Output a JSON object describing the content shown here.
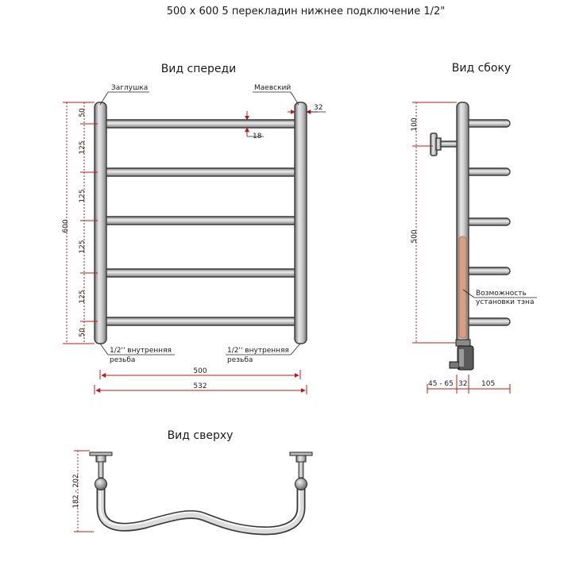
{
  "title": "500 x 600 5 перекладин нижнее подключение 1/2\"",
  "views": {
    "front": "Вид спереди",
    "side": "Вид сбоку",
    "top": "Вид сверху"
  },
  "labels": {
    "plug": "Заглушка",
    "mayevsky": "Маевский",
    "thread_left_1": "1/2'' внутренняя",
    "thread_left_2": "резьба",
    "thread_right_1": "1/2'' внутренняя",
    "thread_right_2": "резьба",
    "heater_1": "Возможность",
    "heater_2": "установки тэна"
  },
  "dims": {
    "total_height": "600",
    "seg_top": "50",
    "seg_1": "125",
    "seg_2": "125",
    "seg_3": "125",
    "seg_4": "125",
    "seg_bottom": "50",
    "pipe_d": "32",
    "bar_d": "18",
    "center_width": "500",
    "total_width": "532",
    "side_top": "100",
    "side_height": "500",
    "side_wall": "45 - 65",
    "side_pipe": "32",
    "side_depth": "105",
    "top_depth": "182 - 202"
  },
  "colors": {
    "dimension": "#b81d1d",
    "heater": "#d8a080"
  }
}
